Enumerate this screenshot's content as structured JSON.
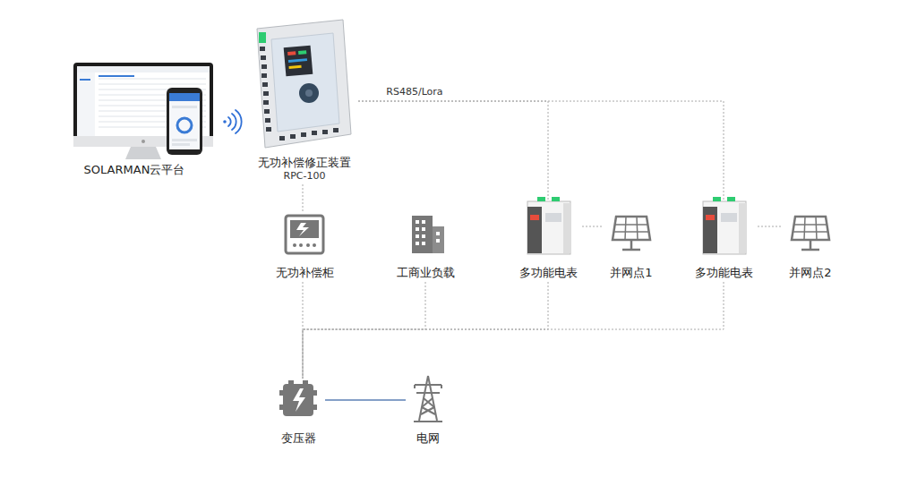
{
  "diagram": {
    "nodes": [
      {
        "text": [
          "SOLARMAN云平台"
        ]
      },
      {
        "text": [
          "无功补偿修正装置",
          "RPC-100"
        ]
      },
      {
        "text": [
          "无功补偿柜"
        ]
      },
      {
        "text": [
          "工商业负载"
        ]
      },
      {
        "text": [
          "多功能电表"
        ]
      },
      {
        "text": [
          "并网点1"
        ]
      },
      {
        "text": [
          "多功能电表"
        ]
      },
      {
        "text": [
          "并网点2"
        ]
      },
      {
        "text": [
          "变压器"
        ]
      },
      {
        "text": [
          "电网"
        ]
      }
    ],
    "edges": [
      {
        "from": 1,
        "to": 2,
        "arrow": "none"
      },
      {
        "from": 1,
        "to": 4,
        "label": "RS485/Lora",
        "arrow": "none"
      },
      {
        "from": 1,
        "to": 6,
        "arrow": "none"
      },
      {
        "from": 4,
        "to": 5,
        "arrow": "none"
      },
      {
        "from": 6,
        "to": 7,
        "arrow": "none"
      },
      {
        "from": 2,
        "to": 8,
        "arrow": "none"
      },
      {
        "from": 3,
        "to": 8,
        "arrow": "none"
      },
      {
        "from": 4,
        "to": 8,
        "arrow": "none"
      },
      {
        "from": 6,
        "to": 8,
        "arrow": "none"
      },
      {
        "from": 8,
        "to": 9,
        "arrow": "none"
      }
    ]
  }
}
